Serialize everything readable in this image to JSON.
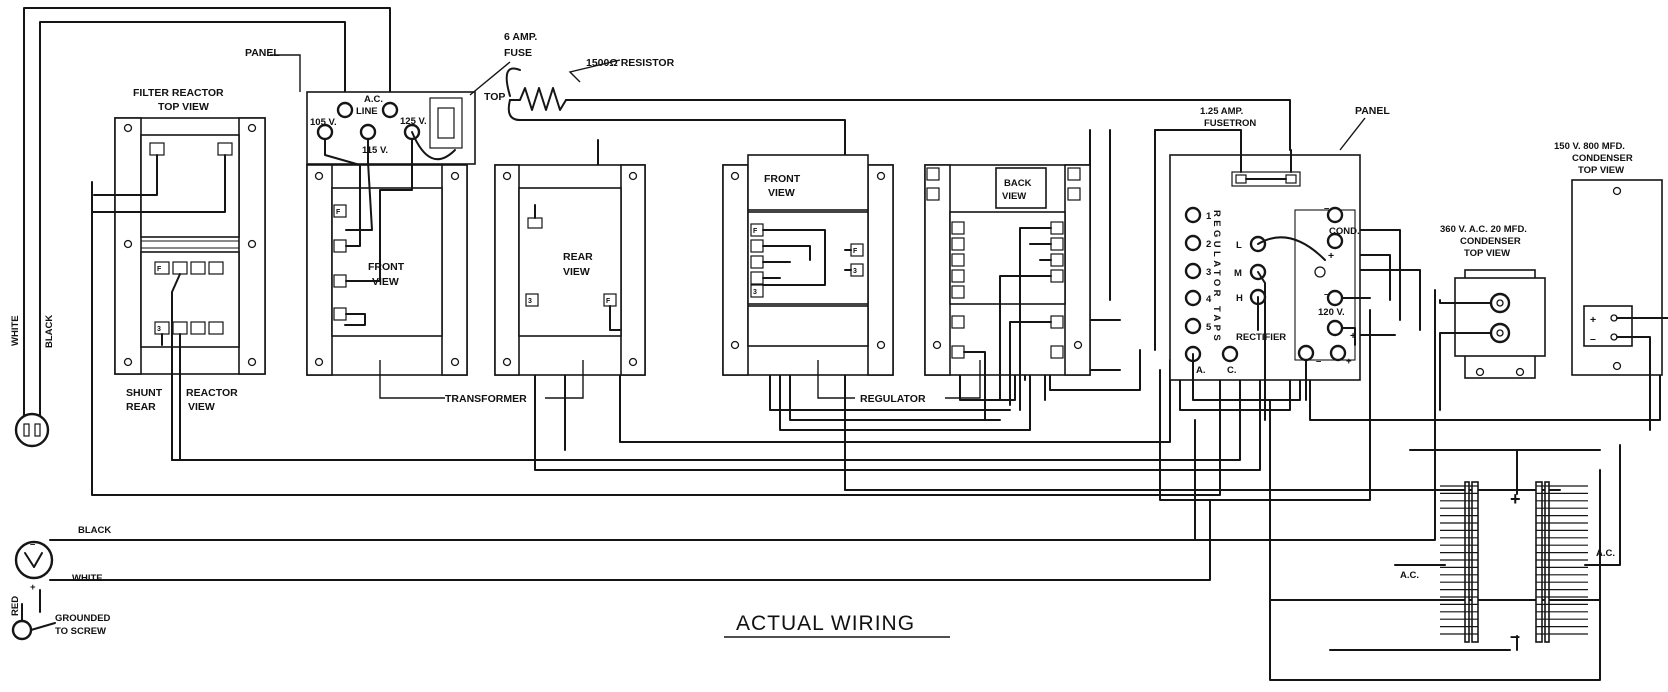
{
  "labels": {
    "panel_left": "PANEL",
    "fuse_line1": "6 AMP.",
    "fuse_line2": "FUSE",
    "resistor": "1500Ω RESISTOR",
    "top": "TOP",
    "filter_line1": "FILTER REACTOR",
    "filter_line2": "TOP VIEW",
    "ac_line1": "A.C.",
    "ac_line2": "LINE",
    "v105": "105 V.",
    "v115": "115 V.",
    "v125": "125 V.",
    "front_view_1": "FRONT",
    "front_view_2": "VIEW",
    "rear_view_1": "REAR",
    "rear_view_2": "VIEW",
    "front_view_reg_1": "FRONT",
    "front_view_reg_2": "VIEW",
    "back_view_1": "BACK",
    "back_view_2": "VIEW",
    "fusetron_line1": "1.25 AMP.",
    "fusetron_line2": "FUSETRON",
    "panel_right": "PANEL",
    "regulator_taps": "REGULATOR TAPS",
    "rectifier": "RECTIFIER",
    "cond": "COND.",
    "v120": "120 V.",
    "cond360_line1": "360 V. A.C. 20 MFD.",
    "cond360_line2": "CONDENSER",
    "cond360_line3": "TOP VIEW",
    "cond150_line1": "150 V. 800 MFD.",
    "cond150_line2": "CONDENSER",
    "cond150_line3": "TOP VIEW",
    "shunt_line1": "SHUNT",
    "shunt_line2": "REAR",
    "reactor_line1": "REACTOR",
    "reactor_line2": "VIEW",
    "transformer": "TRANSFORMER",
    "regulator": "REGULATOR",
    "white_vertical": "WHITE",
    "black_vertical": "BLACK",
    "black_cord": "BLACK",
    "white_cord": "WHITE",
    "red": "RED",
    "grounded_line1": "GROUNDED",
    "grounded_line2": "TO SCREW",
    "title": "ACTUAL WIRING",
    "ac_left": "A.C.",
    "ac_right": "A.C.",
    "tap_1": "1",
    "tap_2": "2",
    "tap_3": "3",
    "tap_4": "4",
    "tap_5": "5",
    "tap_a": "A.",
    "tap_c": "C.",
    "tap_l": "L",
    "tap_m": "M",
    "tap_h": "H",
    "term_f": "F",
    "term_3": "3",
    "plus": "+",
    "minus": "–"
  }
}
